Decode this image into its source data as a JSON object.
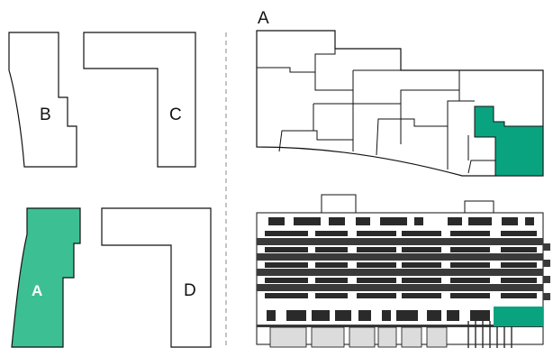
{
  "labels": {
    "shape_b": "B",
    "shape_c": "C",
    "shape_a": "A",
    "shape_d": "D",
    "plan_a": "A"
  },
  "colors": {
    "highlight": "#0aa37f",
    "highlight_light": "#3dbf94",
    "outline": "#111111",
    "dark_band": "#3a3a3a",
    "window": "#2a2a2a",
    "divider": "#888888"
  }
}
